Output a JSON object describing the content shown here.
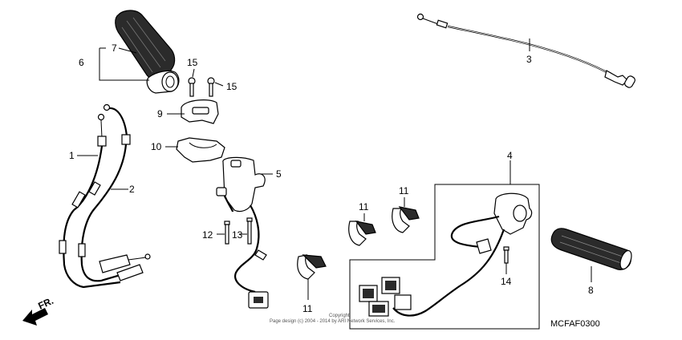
{
  "diagram": {
    "callouts": [
      {
        "id": "c1",
        "text": "1"
      },
      {
        "id": "c2",
        "text": "2"
      },
      {
        "id": "c3",
        "text": "3"
      },
      {
        "id": "c4",
        "text": "4"
      },
      {
        "id": "c5",
        "text": "5"
      },
      {
        "id": "c6",
        "text": "6"
      },
      {
        "id": "c7",
        "text": "7"
      },
      {
        "id": "c8",
        "text": "8"
      },
      {
        "id": "c9",
        "text": "9"
      },
      {
        "id": "c10",
        "text": "10"
      },
      {
        "id": "c11a",
        "text": "11"
      },
      {
        "id": "c11b",
        "text": "11"
      },
      {
        "id": "c11c",
        "text": "11"
      },
      {
        "id": "c12",
        "text": "12"
      },
      {
        "id": "c13",
        "text": "13"
      },
      {
        "id": "c14",
        "text": "14"
      },
      {
        "id": "c15a",
        "text": "15"
      },
      {
        "id": "c15b",
        "text": "15"
      }
    ],
    "front_arrow_label": "FR.",
    "copyright_line1": "Copyright",
    "copyright_line2": "Page design (c) 2004 - 2014 by ARI Network Services, Inc.",
    "diagram_code": "MCFAF0300"
  }
}
